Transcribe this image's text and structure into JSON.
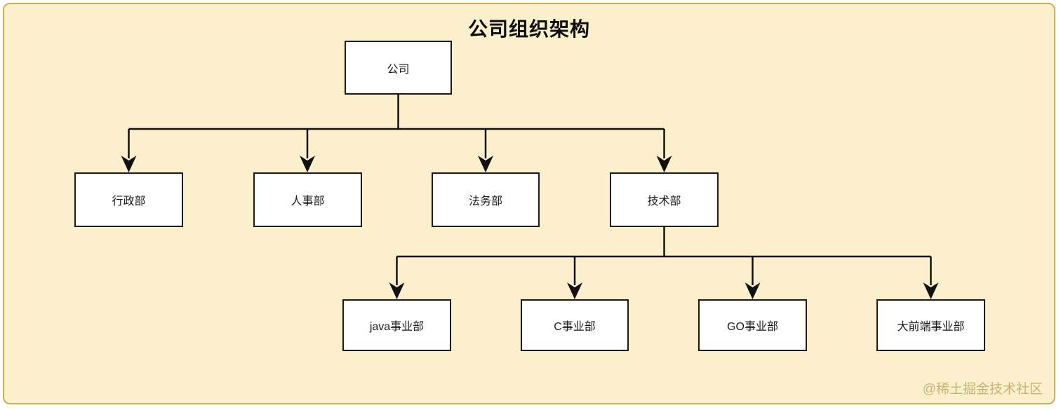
{
  "title": "公司组织架构",
  "watermark": "@稀土掘金技术社区",
  "colors": {
    "canvas_bg": "#FBF0CB",
    "canvas_border": "#C9B15C",
    "box_bg": "#FFFFFF",
    "box_border": "#1A1A1A",
    "line": "#111111",
    "watermark": "#C9B273"
  },
  "org_tree": {
    "root": {
      "label": "公司"
    },
    "departments": [
      {
        "label": "行政部"
      },
      {
        "label": "人事部"
      },
      {
        "label": "法务部"
      },
      {
        "label": "技术部",
        "children": [
          {
            "label": "java事业部"
          },
          {
            "label": "C事业部"
          },
          {
            "label": "GO事业部"
          },
          {
            "label": "大前端事业部"
          }
        ]
      }
    ]
  }
}
